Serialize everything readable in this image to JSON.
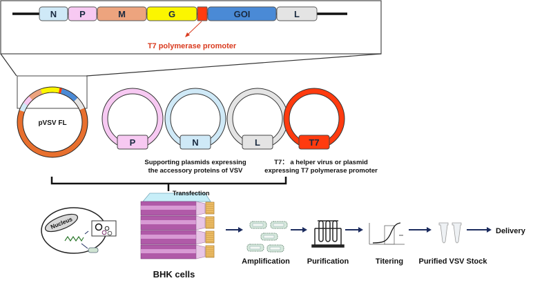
{
  "genome_map": {
    "segments": [
      {
        "id": "N",
        "label": "N",
        "color": "#cfe9f7"
      },
      {
        "id": "P",
        "label": "P",
        "color": "#f7c9f2"
      },
      {
        "id": "M",
        "label": "M",
        "color": "#eda47e"
      },
      {
        "id": "G",
        "label": "G",
        "color": "#fbf600"
      },
      {
        "id": "T7P",
        "label": "",
        "color": "#ff3b0f"
      },
      {
        "id": "GOI",
        "label": "GOI",
        "color": "#4a8ad6"
      },
      {
        "id": "L",
        "label": "L",
        "color": "#e4e4e4"
      }
    ],
    "promoter_callout": "T7 polymerase promoter",
    "callout_color": "#d93a1e"
  },
  "plasmids": {
    "main": {
      "label": "pVSV FL",
      "backbone_color": "#e8702f"
    },
    "supporting": [
      {
        "id": "P",
        "label": "P",
        "color": "#f7c9f2"
      },
      {
        "id": "N",
        "label": "N",
        "color": "#cfe9f7"
      },
      {
        "id": "L",
        "label": "L",
        "color": "#e4e4e4"
      },
      {
        "id": "T7",
        "label": "T7",
        "color": "#ff3b0f"
      }
    ],
    "supporting_caption_line1": "Supporting plasmids expressing",
    "supporting_caption_line2": "the accessory proteins of VSV",
    "t7_caption_line1": "T7： a helper virus or plasmid",
    "t7_caption_line2": "expressing T7 polymerase promoter"
  },
  "workflow": {
    "transfection_label": "Transfection",
    "cell_label": "Nucleus",
    "bhk_label": "BHK cells",
    "steps": [
      {
        "label": "Amplification"
      },
      {
        "label": "Purification"
      },
      {
        "label": "Titering"
      },
      {
        "label": "Purified VSV Stock"
      },
      {
        "label": "Delivery"
      }
    ],
    "arrow_color": "#1b2b5e"
  }
}
